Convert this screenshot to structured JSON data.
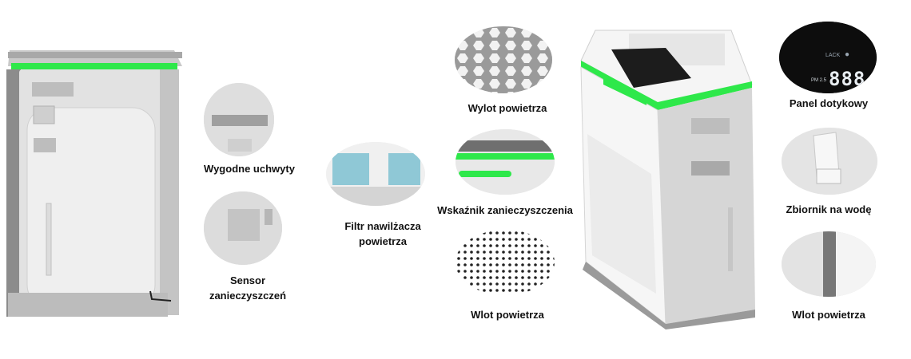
{
  "callouts": {
    "handles": "Wygodne uchwyty",
    "sensor_line1": "Sensor",
    "sensor_line2": "zanieczyszczeń",
    "humidifier_line1": "Filtr nawilżacza",
    "humidifier_line2": "powietrza",
    "air_outlet": "Wylot powietrza",
    "pollution_indicator": "Wskaźnik zanieczyszczenia",
    "air_inlet_front": "Wlot powietrza",
    "touch_panel": "Panel dotykowy",
    "water_tank": "Zbiornik na wodę",
    "air_inlet_side": "Wlot powietrza"
  },
  "display": {
    "lack_text": "LACK",
    "pm_label": "PM 2.5",
    "pm_digits": "888"
  },
  "colors": {
    "accent_green": "#2ee84a",
    "body_grey": "#d9d9d9",
    "body_white": "#f4f4f4"
  }
}
